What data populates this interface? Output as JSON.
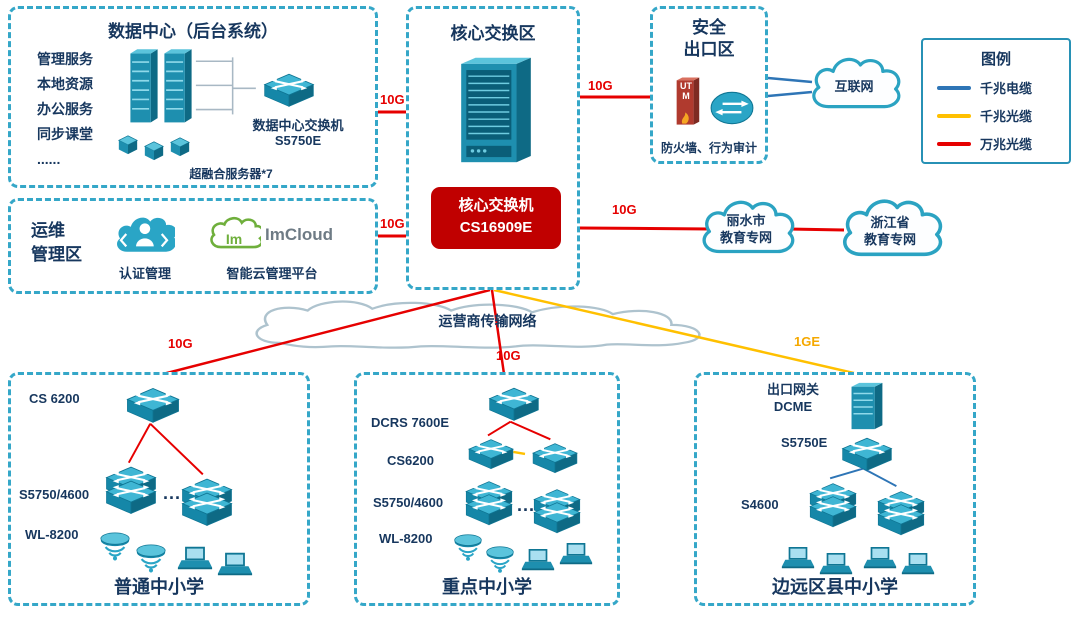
{
  "palette": {
    "teal_border": "#35A7C8",
    "navy_text": "#17375E",
    "red_link": "#E60000",
    "yellow_link": "#FFC000",
    "blue_link": "#2E75B6",
    "badge_bg": "#C00000"
  },
  "legend": {
    "title": "图例",
    "items": [
      {
        "label": "千兆电缆",
        "color": "#2E75B6"
      },
      {
        "label": "千兆光缆",
        "color": "#FFC000"
      },
      {
        "label": "万兆光缆",
        "color": "#E60000"
      }
    ]
  },
  "datacenter": {
    "title": "数据中心（后台系统）",
    "services": [
      "管理服务",
      "本地资源",
      "办公服务",
      "同步课堂",
      "......"
    ],
    "server_caption": "超融合服务器*7",
    "switch_caption": "数据中心交换机",
    "switch_model": "S5750E"
  },
  "core": {
    "title": "核心交换区",
    "badge_title": "核心交换机",
    "badge_model": "CS16909E"
  },
  "security": {
    "title_line1": "安全",
    "title_line2": "出口区",
    "utm_label": "UTM",
    "caption": "防火墙、行为审计"
  },
  "ops": {
    "title_line1": "运维",
    "title_line2": "管理区",
    "auth_caption": "认证管理",
    "imcloud_logo": "Im",
    "imcloud_text": "ImCloud",
    "platform_caption": "智能云管理平台"
  },
  "clouds": {
    "internet": "互联网",
    "lishui_line1": "丽水市",
    "lishui_line2": "教育专网",
    "zhejiang_line1": "浙江省",
    "zhejiang_line2": "教育专网",
    "carrier": "运营商传输网络"
  },
  "link_labels": {
    "dc_core": "10G",
    "core_security": "10G",
    "ops_core": "10G",
    "core_lishui": "10G",
    "school_left": "10G",
    "school_mid": "10G",
    "school_right": "1GE"
  },
  "schools": {
    "left": {
      "title": "普通中小学",
      "dev1": "CS 6200",
      "dev2": "S5750/4600",
      "dev3": "WL-8200",
      "dots": "..."
    },
    "mid": {
      "title": "重点中小学",
      "dev1": "DCRS 7600E",
      "dev2": "CS6200",
      "dev3": "S5750/4600",
      "dev4": "WL-8200",
      "dots": "..."
    },
    "right": {
      "title": "边远区县中小学",
      "dev1_line1": "出口网关",
      "dev1_line2": "DCME",
      "dev2": "S5750E",
      "dev3": "S4600"
    }
  }
}
